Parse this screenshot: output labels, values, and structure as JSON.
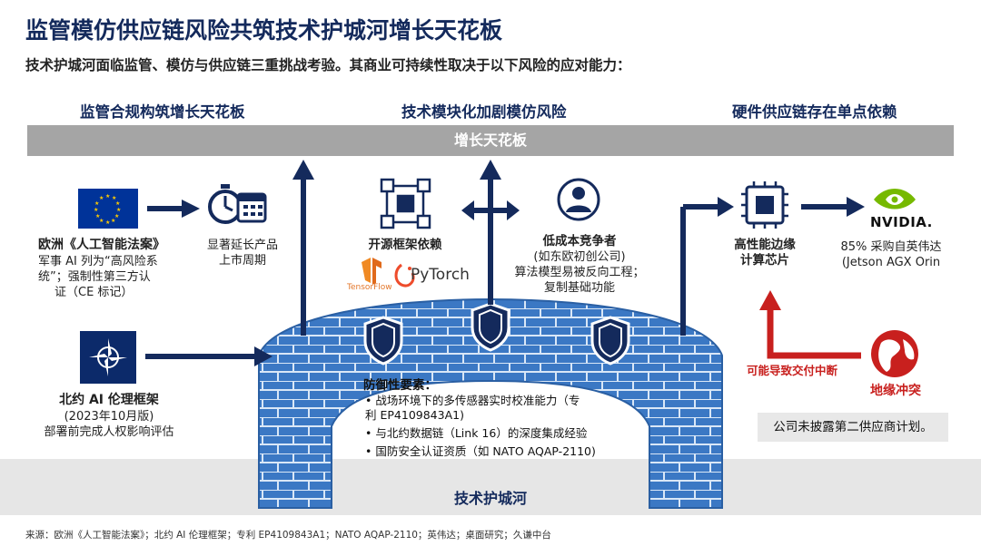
{
  "header": {
    "title": "监管模仿供应链风险共筑技术护城河增长天花板",
    "subtitle": "技术护城河面临监管、模仿与供应链三重挑战考验。其商业可持续性取决于以下风险的应对能力："
  },
  "columns": {
    "left": "监管合规构筑增长天花板",
    "middle": "技术模块化加剧模仿风险",
    "right": "硬件供应链存在单点依赖"
  },
  "ceiling_label": "增长天花板",
  "moat_label": "技术护城河",
  "left": {
    "eu_title": "欧洲《人工智能法案》",
    "eu_lines": [
      "军事 AI 列为“高风险系",
      "统”；强制性第三方认",
      "证（CE 标记）"
    ],
    "eu_effect": [
      "显著延长产品",
      "上市周期"
    ],
    "nato_title": "北约 AI 伦理框架",
    "nato_lines": [
      "(2023年10月版)",
      "部署前完成人权影响评估"
    ]
  },
  "middle": {
    "opensource_label": "开源框架依赖",
    "tensorflow_label": "TensorFlow",
    "pytorch_label": "PyTorch",
    "competitor_title": "低成本竞争者",
    "competitor_lines": [
      "(如东欧初创公司)",
      "算法模型易被反向工程；",
      "复制基础功能"
    ]
  },
  "defense": {
    "title": "防御性要素：",
    "bullets": [
      [
        "• 战场环境下的多传感器实时校准能力（专",
        "  利 EP4109843A1)"
      ],
      [
        "• 与北约数据链（Link 16）的深度集成经验"
      ],
      [
        "• 国防安全认证资质（如 NATO AQAP-2110)"
      ]
    ]
  },
  "right": {
    "chip_label": [
      "高性能边缘",
      "计算芯片"
    ],
    "nvidia_word": "NVIDIA.",
    "nvidia_lines": [
      "85% 采购自英伟达",
      "(Jetson AGX Orin"
    ],
    "risk_label": "可能导致交付中断",
    "conflict_label": "地缘冲突",
    "note": "公司未披露第二供应商计划。"
  },
  "source": "来源：欧洲《人工智能法案》；北约 AI 伦理框架；专利 EP4109843A1；NATO AQAP-2110；英伟达；桌面研究；久谦中台",
  "colors": {
    "navy": "#142a5c",
    "brick": "#3b78c4",
    "ceiling": "#a5a5a5",
    "risk_red": "#c8201e"
  },
  "icons": [
    "stopwatch-icon",
    "calendar-icon",
    "eu-flag-icon",
    "nato-flag-icon",
    "modules-icon",
    "person-icon",
    "tensorflow-icon",
    "pytorch-icon",
    "chip-icon",
    "nvidia-icon",
    "globe-icon",
    "shield-icon"
  ]
}
